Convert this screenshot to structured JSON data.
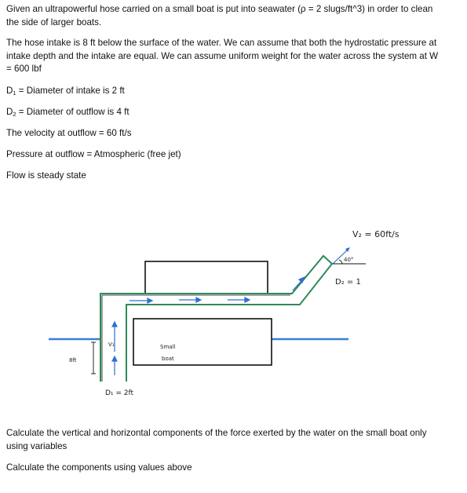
{
  "problem": {
    "intro": "Given an ultrapowerful hose carried on a small boat is put into seawater (ρ = 2 slugs/ft^3) in order to clean the side of larger boats.",
    "assumptions": "The hose intake is 8 ft below the surface of the water. We can assume that both the hydrostatic pressure at intake depth and the intake are equal. We can assume uniform weight for the water across the system at W = 600 lbf",
    "d1": {
      "symbol": "D",
      "sub": "1",
      "text": " = Diameter of intake is 2 ft"
    },
    "d2": {
      "symbol": "D",
      "sub": "2",
      "text": " = Diameter of outflow is 4 ft"
    },
    "velocity": "The velocity at outflow = 60 ft/s",
    "pressure": "Pressure at outflow = Atmospheric (free jet)",
    "flow": "Flow is steady state"
  },
  "diagram": {
    "v2_label": "V₂ = 60ft/s",
    "angle_label": "40°",
    "d2_label": "D₂ = 1",
    "v1_label": "V₁",
    "depth_label": "8ft",
    "boat_label_line1": "Small",
    "boat_label_line2": "boat",
    "d1_label": "D₁ = 2ft",
    "colors": {
      "pipe": "#2e8a5a",
      "water": "#3a7fd0",
      "flow_arrow": "#2e6fd0",
      "outline": "#111111"
    }
  },
  "questions": {
    "q1": "Calculate the vertical and horizontal components of the force exerted by the water on the small boat only using variables",
    "q2": "Calculate the components using values above"
  }
}
